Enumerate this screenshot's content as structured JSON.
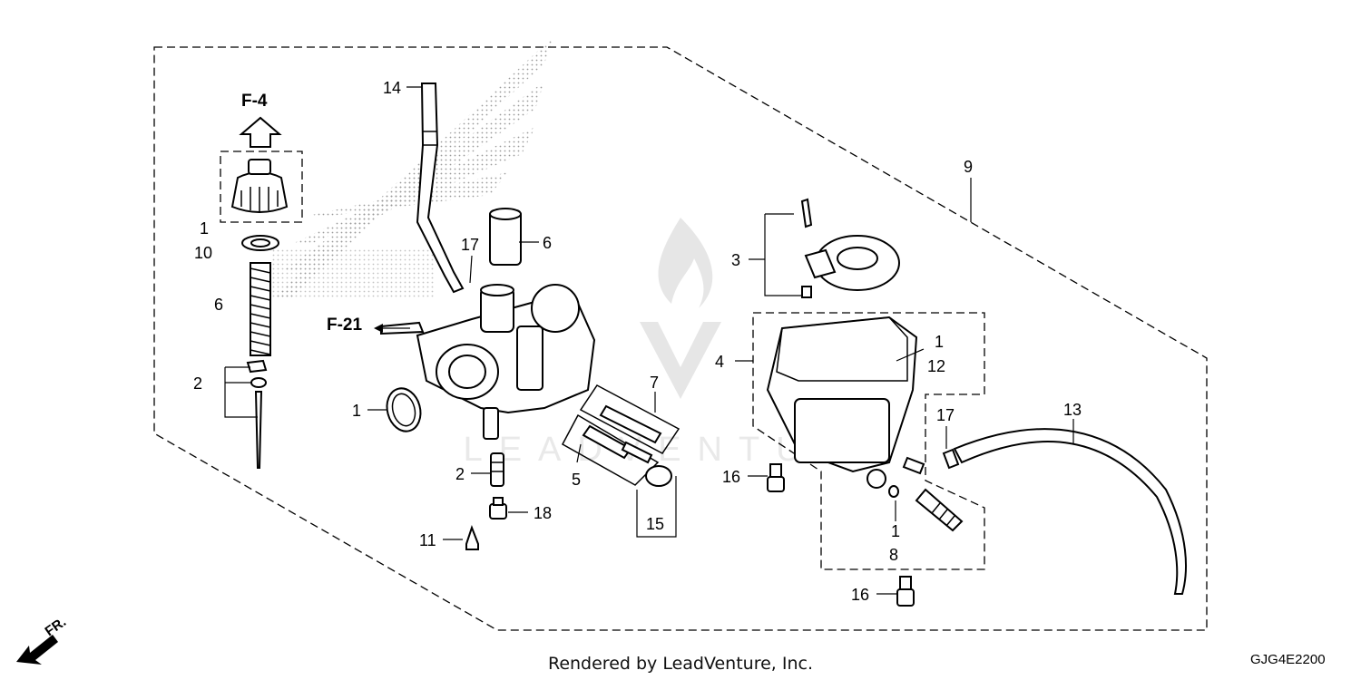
{
  "diagram": {
    "callouts": {
      "c14": "14",
      "c9": "9",
      "c1_cap": "1",
      "c10": "10",
      "c6_left": "6",
      "c2_left": "2",
      "c17_top": "17",
      "c6_top": "6",
      "c1_oring": "1",
      "c2_jet": "2",
      "c18": "18",
      "c11": "11",
      "c7": "7",
      "c5": "5",
      "c15": "15",
      "c3": "3",
      "c4": "4",
      "c1_bowl": "1",
      "c12": "12",
      "c17_right": "17",
      "c13": "13",
      "c16_mid": "16",
      "c1_bottom": "1",
      "c8": "8",
      "c16_bottom": "16"
    },
    "references": {
      "f4": "F-4",
      "f21": "F-21",
      "fr": "FR."
    },
    "watermark": "LEADVENTURE",
    "footer": "Rendered by LeadVenture, Inc.",
    "diagram_code": "GJG4E2200",
    "colors": {
      "ink": "#000000",
      "stipple": "#9a9a9a",
      "watermark": "#e6e6e6"
    }
  }
}
